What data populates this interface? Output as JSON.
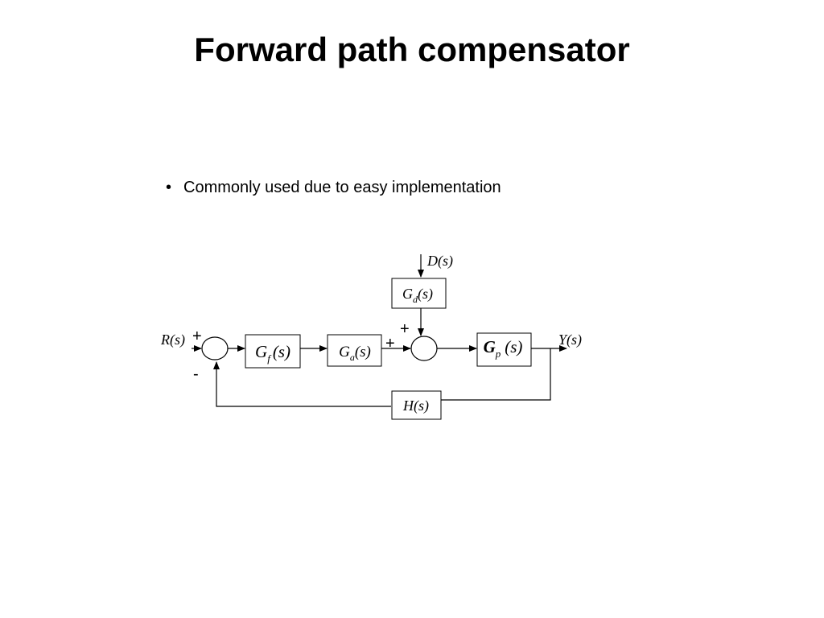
{
  "slide": {
    "title": "Forward path compensator",
    "bullets": [
      "Commonly used due to easy implementation"
    ]
  },
  "diagram": {
    "input_label": "R(s)",
    "output_label": "Y(s)",
    "disturbance_label": "D(s)",
    "blocks": {
      "forward_compensator": {
        "main": "G",
        "sub": "f",
        "arg": "(s)"
      },
      "actuator": {
        "main": "G",
        "sub": "a",
        "arg": "(s)"
      },
      "disturbance": {
        "main": "G",
        "sub": "d",
        "arg": "(s)"
      },
      "plant": {
        "main": "G",
        "sub": "p",
        "arg": "(s)"
      },
      "feedback": {
        "main": "H",
        "sub": "",
        "arg": "(s)"
      }
    },
    "signs": {
      "junction1_reference": "+",
      "junction1_feedback": "-",
      "junction2_forward": "+",
      "junction2_disturbance": "+"
    }
  }
}
